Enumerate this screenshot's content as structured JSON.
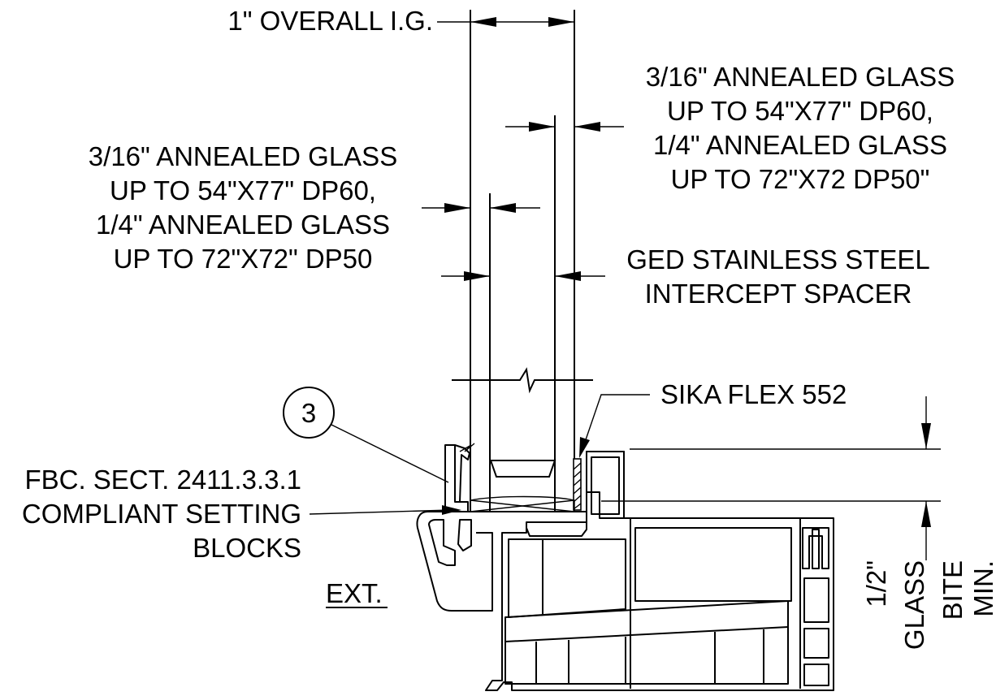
{
  "labels": {
    "overall_ig": "1\" OVERALL I.G.",
    "glass_right": [
      "3/16\" ANNEALED GLASS",
      "UP TO 54\"X77\" DP60,",
      "1/4\" ANNEALED GLASS",
      "UP TO 72\"X72 DP50\""
    ],
    "glass_left": [
      "3/16\" ANNEALED GLASS",
      "UP TO 54\"X77\" DP60,",
      "1/4\" ANNEALED GLASS",
      "UP TO 72\"X72\" DP50"
    ],
    "spacer": [
      "GED STAINLESS STEEL",
      "INTERCEPT SPACER"
    ],
    "sealant": "SIKA FLEX 552",
    "callout_number": "3",
    "setting_blocks": [
      "FBC. SECT. 2411.3.3.1",
      "COMPLIANT SETTING",
      "BLOCKS"
    ],
    "exterior": "EXT.",
    "bite": [
      "1/2\"",
      "GLASS",
      "BITE",
      "MIN."
    ]
  }
}
